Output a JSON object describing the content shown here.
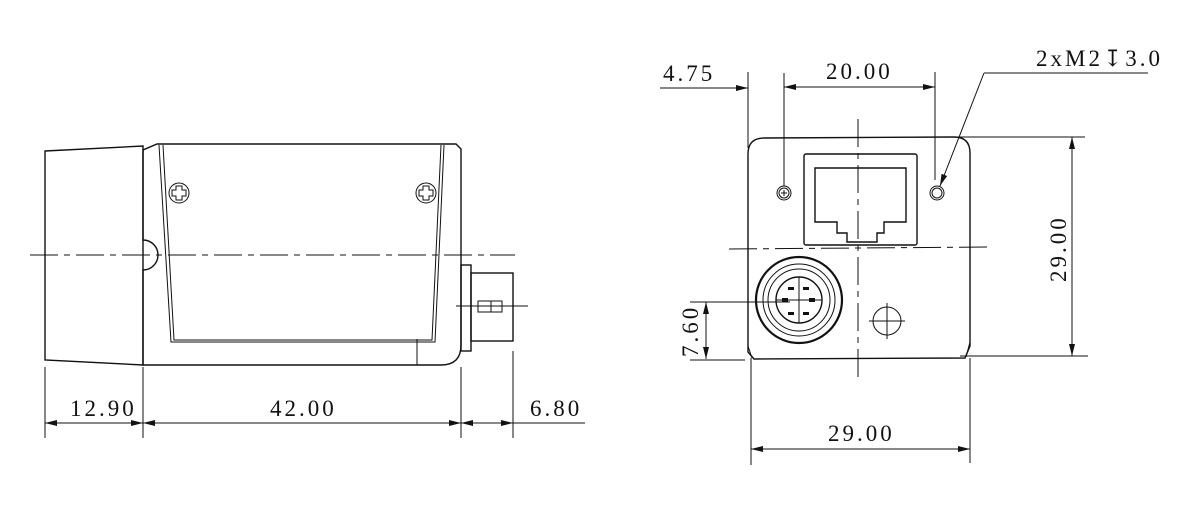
{
  "drawing": {
    "side_view": {
      "dimensions": {
        "lens_length": "12.90",
        "body_length": "42.00",
        "connector_length": "6.80"
      }
    },
    "rear_view": {
      "dimensions": {
        "edge_to_hole": "4.75",
        "hole_spacing": "20.00",
        "height": "29.00",
        "io_offset": "7.60",
        "width": "29.00"
      },
      "callout": "2xM2↧3.0"
    }
  }
}
